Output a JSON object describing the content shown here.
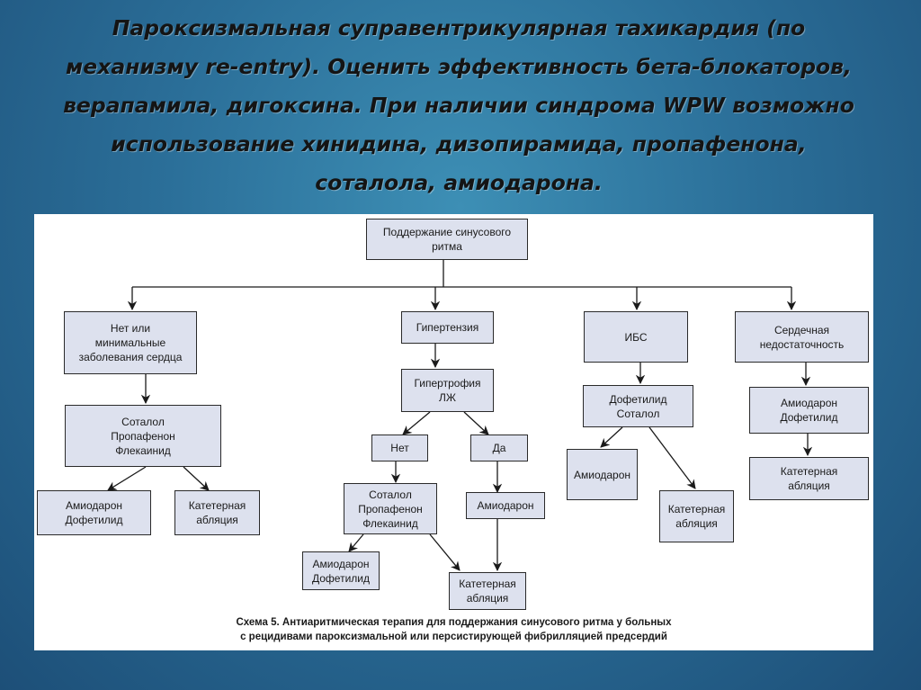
{
  "slide": {
    "title": "Пароксизмальная суправентрикулярная тахикардия (по механизму re-entry). Оценить эффективность бета-блокаторов, верапамила, дигоксина. При наличии синдрома WPW возможно использование хинидина, дизопирамида, пропафенона, соталола, амиодарона."
  },
  "diagram": {
    "root": "Поддержание синусового\nритма",
    "no_heart_disease": {
      "category": "Нет или\nминимальные\nзаболевания сердца",
      "first_line": "Соталол\nПропафенон\nФлекаинид",
      "alt_drugs": "Амиодарон\nДофетилид",
      "ablation": "Катетерная\nабляция"
    },
    "hypertension": {
      "category": "Гипертензия",
      "lvh": "Гипертрофия\nЛЖ",
      "no": "Нет",
      "yes": "Да",
      "no_drugs": "Соталол\nПропафенон\nФлекаинид",
      "yes_drug": "Амиодарон",
      "alt_drugs": "Амиодарон\nДофетилид",
      "ablation": "Катетерная\nабляция"
    },
    "ihd": {
      "category": "ИБС",
      "first_line": "Дофетилид\nСоталол",
      "alt_drug": "Амиодарон",
      "ablation": "Катетерная\nабляция"
    },
    "heart_failure": {
      "category": "Сердечная\nнедостаточность",
      "drugs": "Амиодарон\nДофетилид",
      "ablation": "Катетерная\nабляция"
    },
    "caption_line1": "Схема 5. Антиаритмическая терапия для поддержания синусового ритма у больных",
    "caption_line2": "с рецидивами пароксизмальной или персистирующей фибрилляцией предсердий"
  }
}
